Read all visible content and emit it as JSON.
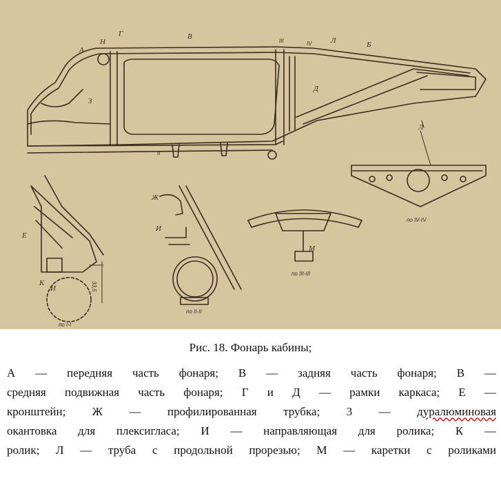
{
  "figure": {
    "part_letters": {
      "A": "А",
      "H": "Н",
      "G": "Г",
      "V": "В",
      "L_top": "Л",
      "B": "Б",
      "D": "Д",
      "Z": "З",
      "L_right": "Л",
      "E": "Е",
      "K": "К",
      "I": "И",
      "ZH": "Ж",
      "I2": "И",
      "M": "М",
      "sec3": "III",
      "sec4": "IV",
      "sec2": "II",
      "dim": "33,5"
    },
    "section_labels": {
      "iv": "по IV-IV",
      "iii": "по III-III",
      "ii": "по II-II",
      "i": "по I-I"
    }
  },
  "caption": {
    "title": "Рис.  18. Фонарь кабины;",
    "lines": [
      "А — передняя   часть  фонаря;   В — задняя   часть   фонаря;   В —",
      "средняя  подвижная   часть  фонаря;  Г   и   Д — рамки каркаса;   Е —",
      "кронштейн;   Ж — профилированная   трубка; 3 —",
      "окантовка для  плексигласа;  И — направляющая   для  ролика;   К —",
      "ролик;   Л — труба   с   продольной прорезью;  М — каретки  с  роликами"
    ],
    "underlined_word": "дуралюминовая"
  }
}
